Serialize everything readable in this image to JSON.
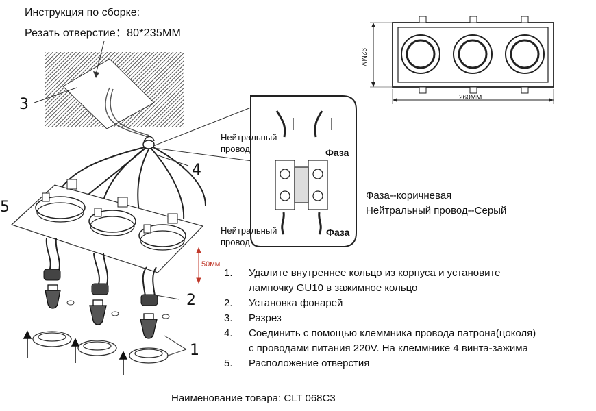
{
  "header": {
    "title": "Инструкция по сборке:",
    "cutout": "Резать отверстие：80*235MM"
  },
  "dimensions": {
    "height": "92MM",
    "width": "260MM",
    "depth": "50мм"
  },
  "wiring": {
    "neutral_top": [
      "Нейтральный",
      "провод"
    ],
    "phase_top": "Фаза",
    "neutral_bottom": [
      "Нейтральный",
      "провод"
    ],
    "phase_bottom": "Фаза"
  },
  "legend": {
    "phase": "Фаза--коричневая",
    "neutral": "Нейтральный провод--Серый"
  },
  "callouts": [
    "1",
    "2",
    "3",
    "4",
    "5"
  ],
  "steps": [
    {
      "n": "1.",
      "text": "Удалите внутреннее кольцо из корпуса и установите лампочку GU10 в зажимное кольцо"
    },
    {
      "n": "2.",
      "text": "Установка фонарей"
    },
    {
      "n": "3.",
      "text": "Разрез"
    },
    {
      "n": "4.",
      "text": "Соединить с помощью клеммника провода патрона(цоколя) с проводами питания 220V. На клеммнике 4 винта-зажима"
    },
    {
      "n": "5.",
      "text": "Расположение отверстия"
    }
  ],
  "product": "Наименование товара: CLT 068C3"
}
